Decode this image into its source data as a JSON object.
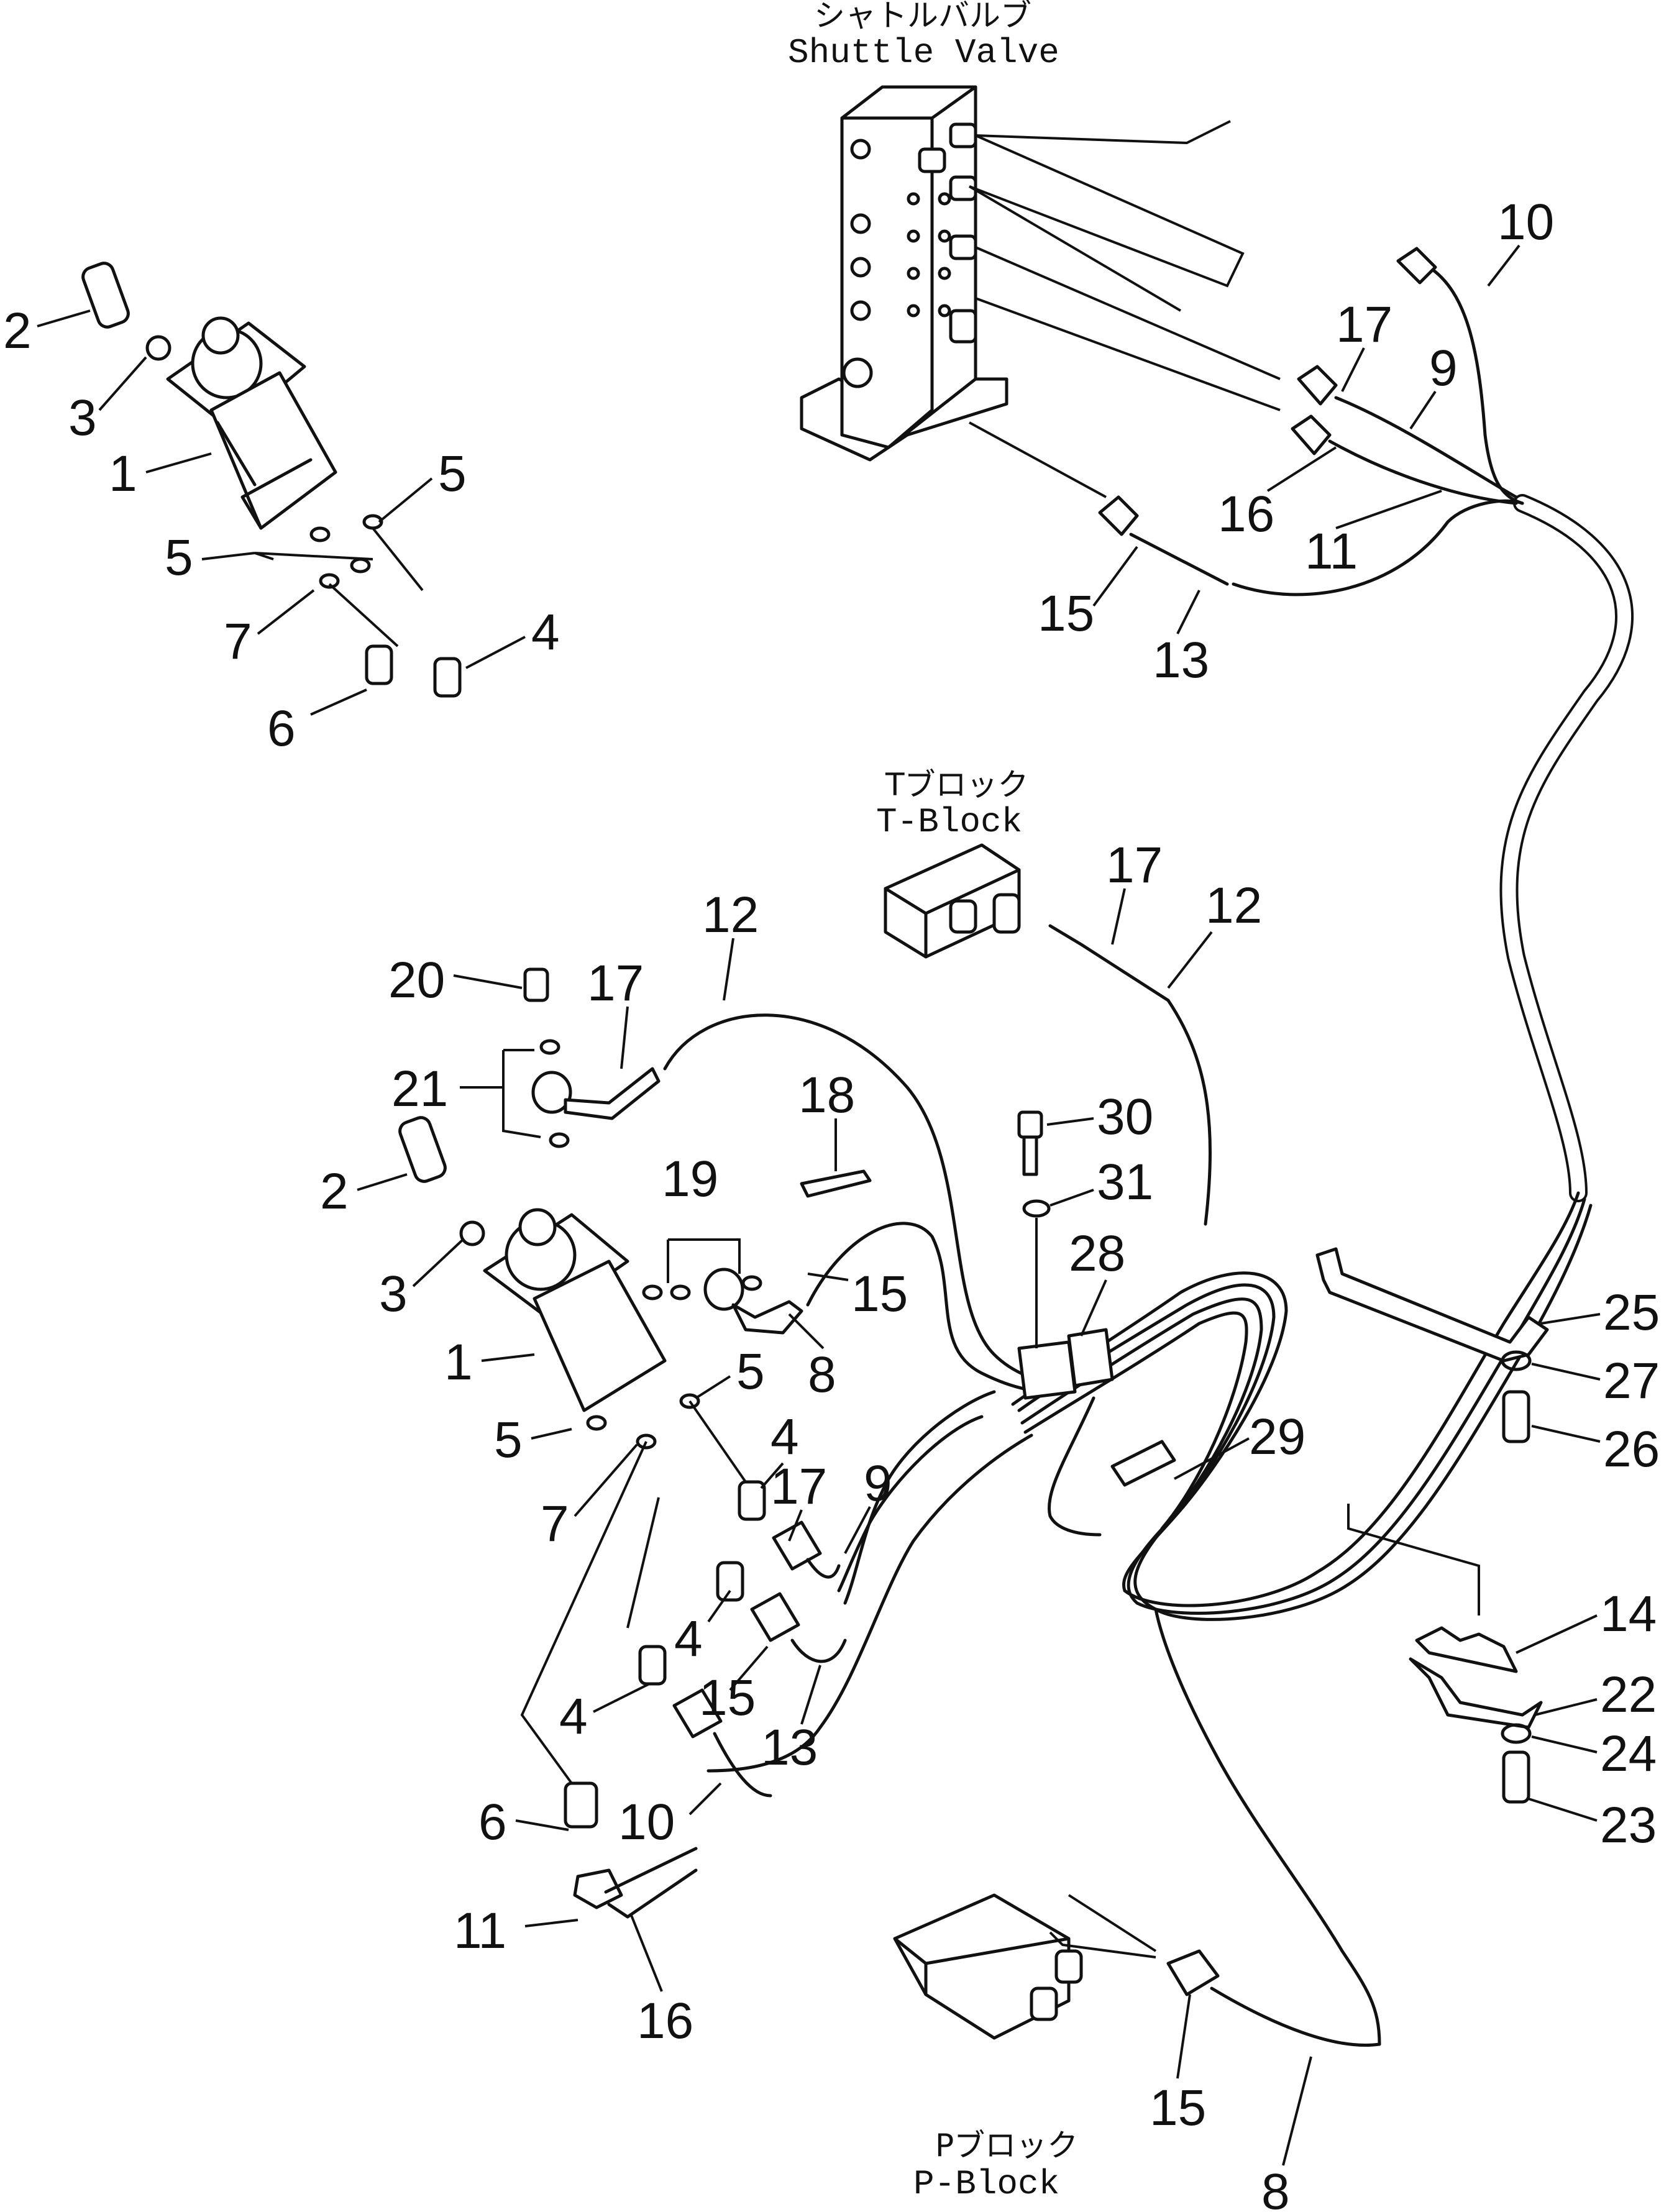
{
  "titles": {
    "shuttle_valve_jp": "シャトルバルブ",
    "shuttle_valve_en": "Shuttle Valve",
    "t_block_jp": "Tブロック",
    "t_block_en": "T-Block",
    "p_block_jp": "Pブロック",
    "p_block_en": "P-Block"
  },
  "callouts": {
    "top": [
      "2",
      "3",
      "1",
      "5",
      "5",
      "7",
      "4",
      "6",
      "10",
      "17",
      "9",
      "16",
      "11",
      "15",
      "13"
    ],
    "mid": [
      "12",
      "17",
      "12",
      "20",
      "17",
      "21",
      "18",
      "30",
      "31",
      "19",
      "2",
      "3",
      "15",
      "28",
      "8",
      "1",
      "5",
      "25",
      "27",
      "5",
      "4",
      "29",
      "26",
      "17",
      "9",
      "7",
      "4",
      "14",
      "15",
      "22",
      "13",
      "4",
      "24",
      "6",
      "10",
      "23",
      "11",
      "16",
      "15",
      "8"
    ]
  }
}
